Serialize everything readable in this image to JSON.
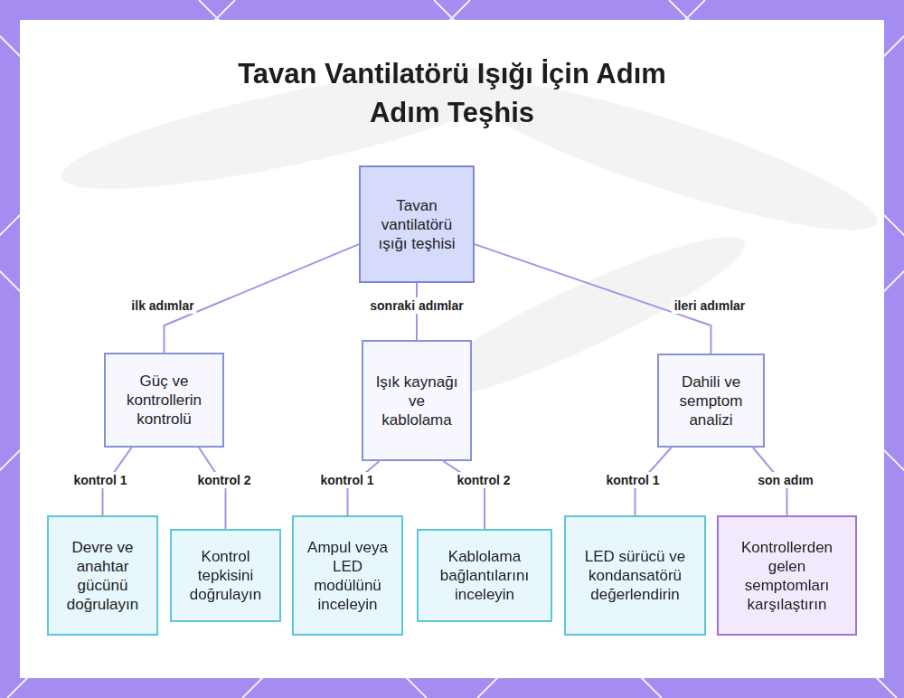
{
  "diagram": {
    "title": "Tavan Vantilatörü Işığı İçin Adım Adım Teşhis",
    "nodes": [
      {
        "text": [
          "Tavan vantilatörü ışığı teşhisi"
        ]
      },
      {
        "text": [
          "Güç ve kontrollerin kontrolü"
        ]
      },
      {
        "text": [
          "Işık kaynağı ve kablolama"
        ]
      },
      {
        "text": [
          "Dahili ve semptom analizi"
        ]
      },
      {
        "text": [
          "Devre ve anahtar gücünü doğrulayın"
        ]
      },
      {
        "text": [
          "Kontrol tepkisini doğrulayın"
        ]
      },
      {
        "text": [
          "Ampul veya LED modülünü inceleyin"
        ]
      },
      {
        "text": [
          "Kablolama bağlantılarını inceleyin"
        ]
      },
      {
        "text": [
          "LED sürücü ve kondansatörü değerlendirin"
        ]
      },
      {
        "text": [
          "Kontrollerden gelen semptomları karşılaştırın"
        ]
      }
    ],
    "edges": [
      {
        "from": 0,
        "to": 1,
        "label": "ilk adımlar",
        "arrow": "none"
      },
      {
        "from": 0,
        "to": 2,
        "label": "sonraki adımlar",
        "arrow": "none"
      },
      {
        "from": 0,
        "to": 3,
        "label": "ileri adımlar",
        "arrow": "none"
      },
      {
        "from": 1,
        "to": 4,
        "label": "kontrol 1",
        "arrow": "none"
      },
      {
        "from": 1,
        "to": 5,
        "label": "kontrol 2",
        "arrow": "none"
      },
      {
        "from": 2,
        "to": 6,
        "label": "kontrol 1",
        "arrow": "none"
      },
      {
        "from": 2,
        "to": 7,
        "label": "kontrol 2",
        "arrow": "none"
      },
      {
        "from": 3,
        "to": 8,
        "label": "kontrol 1",
        "arrow": "none"
      },
      {
        "from": 3,
        "to": 9,
        "label": "son adım",
        "arrow": "none"
      }
    ]
  }
}
